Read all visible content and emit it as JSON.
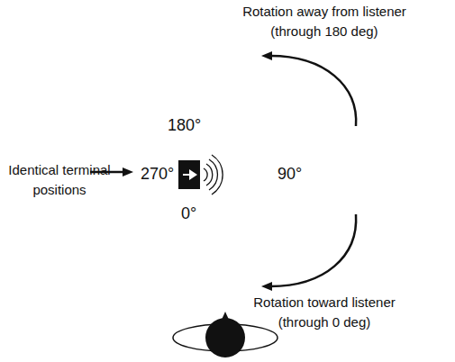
{
  "diagram": {
    "labels": [
      "Rotation away from listener (through 180 deg)",
      "180°",
      "Identical terminal positions",
      "270°",
      "90°",
      "0°",
      "Rotation toward listener (through 0 deg)"
    ]
  }
}
